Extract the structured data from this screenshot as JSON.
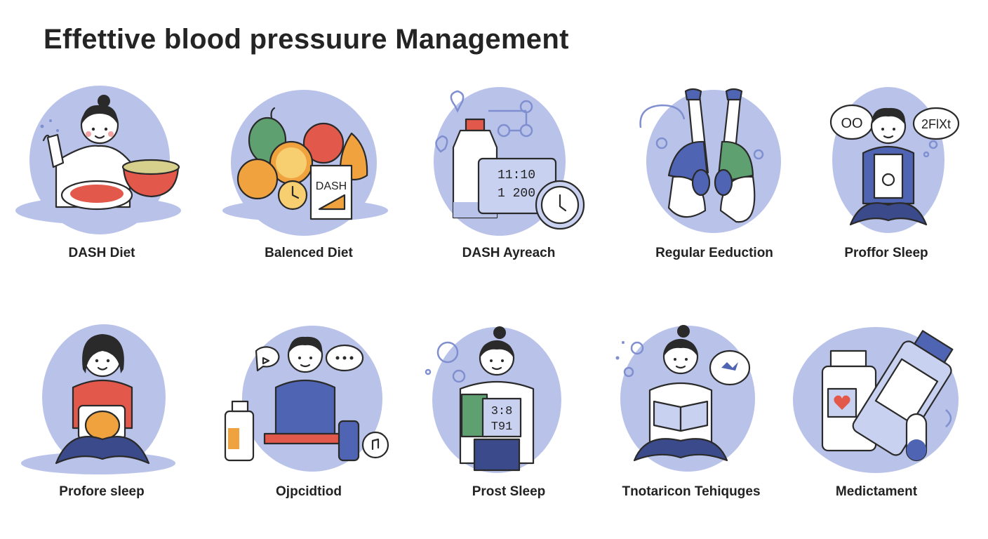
{
  "title": "Effettive blood  pressuure Management",
  "row1": [
    {
      "label": "DASH Diet",
      "icon": "woman-with-meal-icon"
    },
    {
      "label": "Balenced Diet",
      "icon": "fruits-and-dash-box-icon"
    },
    {
      "label": "DASH Ayreach",
      "icon": "bottle-and-monitor-icon"
    },
    {
      "label": "Regular Eeduction",
      "icon": "legs-exercise-icon"
    },
    {
      "label": "Proffor Sleep",
      "icon": "person-thinking-icon"
    }
  ],
  "row2": [
    {
      "label": "Profore sleep",
      "icon": "woman-holding-food-icon"
    },
    {
      "label": "Ojpcidtiod",
      "icon": "man-with-weights-icon"
    },
    {
      "label": "Prost Sleep",
      "icon": "woman-with-tablet-icon"
    },
    {
      "label": "Tnotaricon Tehiquges",
      "icon": "woman-reading-icon"
    },
    {
      "label": "Medictament",
      "icon": "medicine-bottles-icon"
    }
  ],
  "device_text": {
    "monitor_line1": "11:10",
    "monitor_line2": "1  200",
    "dash_box": "DASH",
    "bubble_left": "OO",
    "bubble_right": "2FlXt",
    "tablet_line1": "3:8",
    "tablet_line2": "T91"
  },
  "colors": {
    "blob": "#b9c3ea",
    "accent_blue": "#4f64b2",
    "accent_red": "#e2584a",
    "accent_orange": "#f0a23e",
    "accent_green": "#5fa071"
  }
}
